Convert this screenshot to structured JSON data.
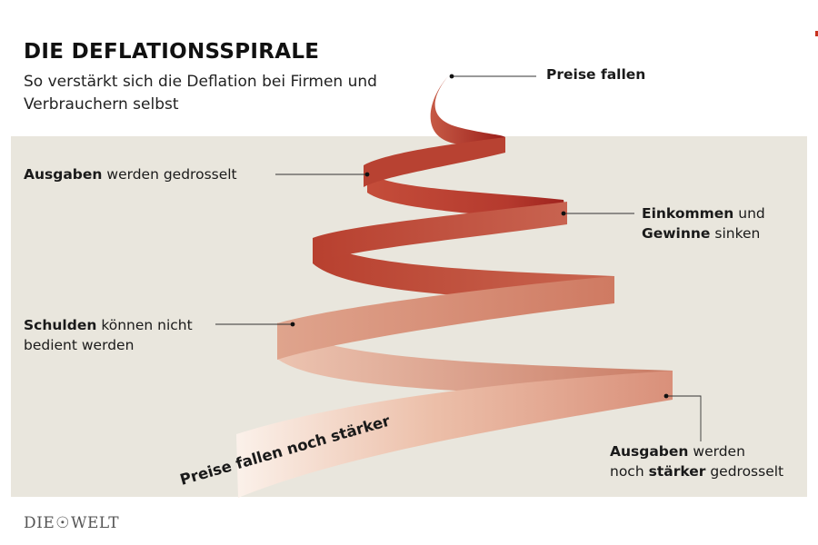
{
  "title": "DIE DEFLATIONSSPIRALE",
  "subtitle": "So verstärkt sich die Deflation bei Firmen und Verbrauchern selbst",
  "labels": {
    "top": {
      "bold": "Preise fallen"
    },
    "ausgaben": {
      "bold": "Ausgaben",
      "rest": " werden gedrosselt"
    },
    "einkommen": {
      "bold1": "Einkommen",
      "rest1": " und",
      "bold2": "Gewinne",
      "rest2": " sinken"
    },
    "schulden": {
      "bold": "Schulden",
      "rest1": " können nicht",
      "line2": "bedient werden"
    },
    "ausgaben2": {
      "bold1": "Ausgaben",
      "rest1": " werden",
      "line2a": "noch ",
      "bold2": "stärker",
      "rest2": " gedrosselt"
    },
    "ribbon_text": "Preise fallen noch stärker"
  },
  "logo": {
    "left": "DIE",
    "glyph": "☉",
    "right": "WELT"
  },
  "colors": {
    "panel": "#e9e6dd",
    "ribbon_dark": "#a0231e",
    "ribbon_mid": "#c85a45",
    "ribbon_light": "#f6e2d6",
    "leader": "#333333"
  }
}
